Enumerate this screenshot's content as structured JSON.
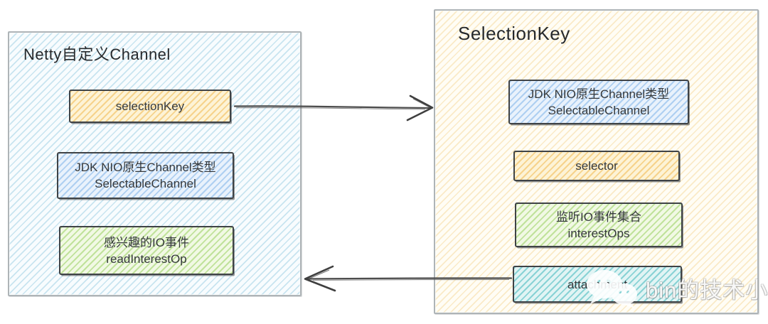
{
  "panels": {
    "left": {
      "title": "Netty自定义Channel",
      "nodes": [
        {
          "id": "selectionKey",
          "color": "orange",
          "lines": [
            "selectionKey"
          ]
        },
        {
          "id": "selectableChannel",
          "color": "blue",
          "lines": [
            "JDK NIO原生Channel类型",
            "SelectableChannel"
          ]
        },
        {
          "id": "readInterestOp",
          "color": "green",
          "lines": [
            "感兴趣的IO事件",
            "readInterestOp"
          ]
        }
      ]
    },
    "right": {
      "title": "SelectionKey",
      "nodes": [
        {
          "id": "selectableChannel",
          "color": "blue",
          "lines": [
            "JDK NIO原生Channel类型",
            "SelectableChannel"
          ]
        },
        {
          "id": "selector",
          "color": "orange",
          "lines": [
            "selector"
          ]
        },
        {
          "id": "interestOps",
          "color": "green",
          "lines": [
            "监听IO事件集合",
            "interestOps"
          ]
        },
        {
          "id": "attachment",
          "color": "teal",
          "lines": [
            "attachment"
          ]
        }
      ]
    }
  },
  "arrows": [
    {
      "name": "selectionKey-to-selectionkey-panel",
      "from": "selectionKey",
      "to": "SelectionKey panel",
      "direction": "right"
    },
    {
      "name": "attachment-to-netty-channel-panel",
      "from": "attachment",
      "to": "Netty自定义Channel panel",
      "direction": "left"
    }
  ],
  "watermark": {
    "icon": "wechat-icon",
    "text": "bin的技术小屋"
  },
  "colors": {
    "panel_left_hatch": "#7abcd8",
    "panel_right_hatch": "#f0c66e",
    "node_orange": "#f0b84e",
    "node_blue": "#7eb2e8",
    "node_green": "#94cc58",
    "node_teal": "#40b7bc",
    "node_border": "#3f4346",
    "arrow": "#4c4c4c",
    "text": "#35393c"
  }
}
